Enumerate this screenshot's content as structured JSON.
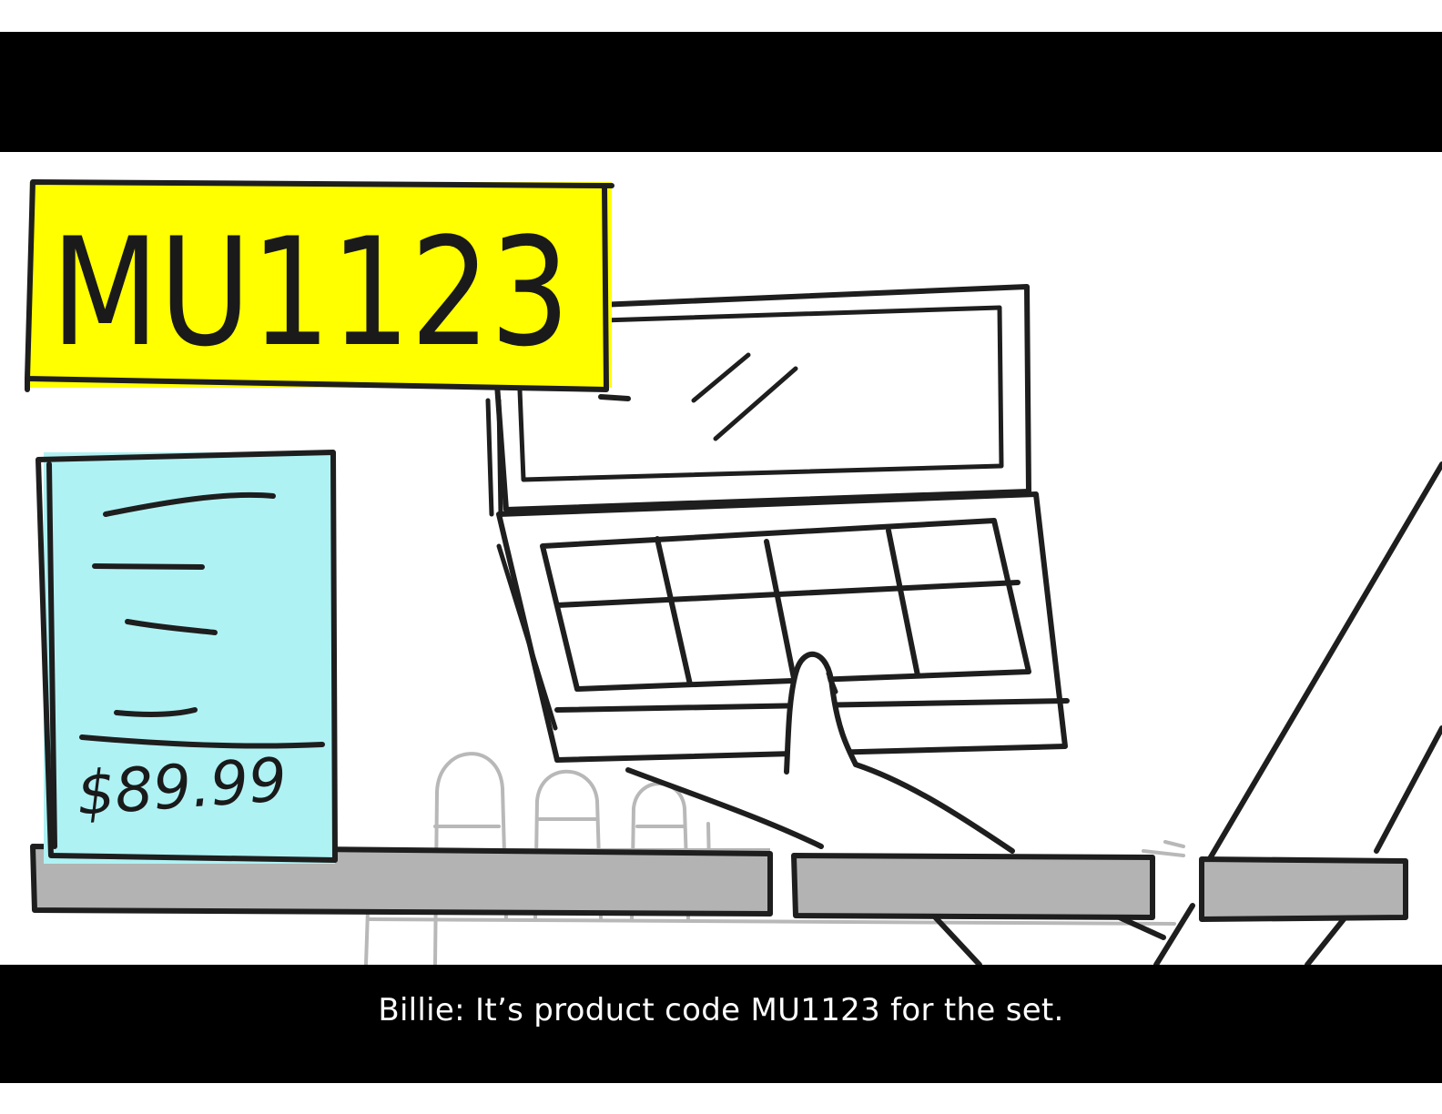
{
  "sign": {
    "code": "MU1123"
  },
  "box": {
    "price": "$89.99"
  },
  "caption": {
    "text": "Billie: It’s product code MU1123 for the set."
  },
  "colors": {
    "sign_fill": "#ffff00",
    "box_fill": "#aff2f4",
    "shelf_fill": "#b3b3b3",
    "bar_fill": "#000000",
    "caption_text": "#ffffff"
  }
}
